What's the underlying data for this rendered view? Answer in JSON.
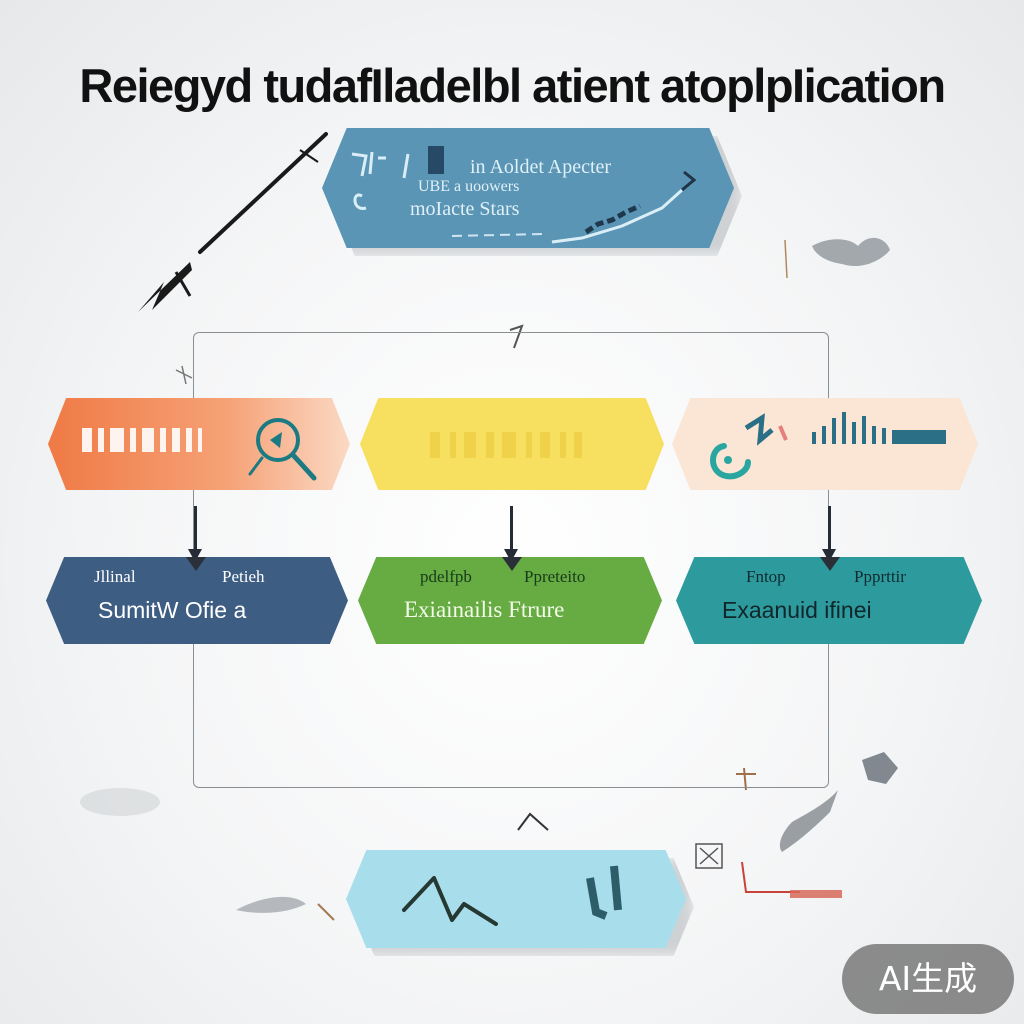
{
  "title": "Reiegyd tudafIladelbl atient atoplpIication",
  "top_box": {
    "line1": "in Aoldet Apecter",
    "line2": "UBE  a uoowers",
    "line3": "moIacte   Stars"
  },
  "row_top": [
    {
      "id": "orange",
      "color": "#ef7a45",
      "icon": "magnifier-icon"
    },
    {
      "id": "yellow",
      "color": "#f7e05f",
      "icon": "none"
    },
    {
      "id": "cream",
      "color": "#fbe6d5",
      "icon": "chart-bars-icon"
    }
  ],
  "row_bottom": [
    {
      "id": "navy",
      "color": "#3d5d83",
      "small_left": "Jllinal",
      "small_right": "Petieh",
      "main": "SumitW Ofie a"
    },
    {
      "id": "green",
      "color": "#67ac42",
      "small_left": "pdelfpb",
      "small_right": "Ppreteito",
      "main": "Exiainailis  Ftrure"
    },
    {
      "id": "teal",
      "color": "#2d9b9e",
      "small_left": "Fntop",
      "small_right": "Ppprttir",
      "main": "Exaanuid  ifinei"
    }
  ],
  "bottom_box": {
    "color": "#a8ddec",
    "icon": "mountain-sketch-icon"
  },
  "badge": "AI生成"
}
